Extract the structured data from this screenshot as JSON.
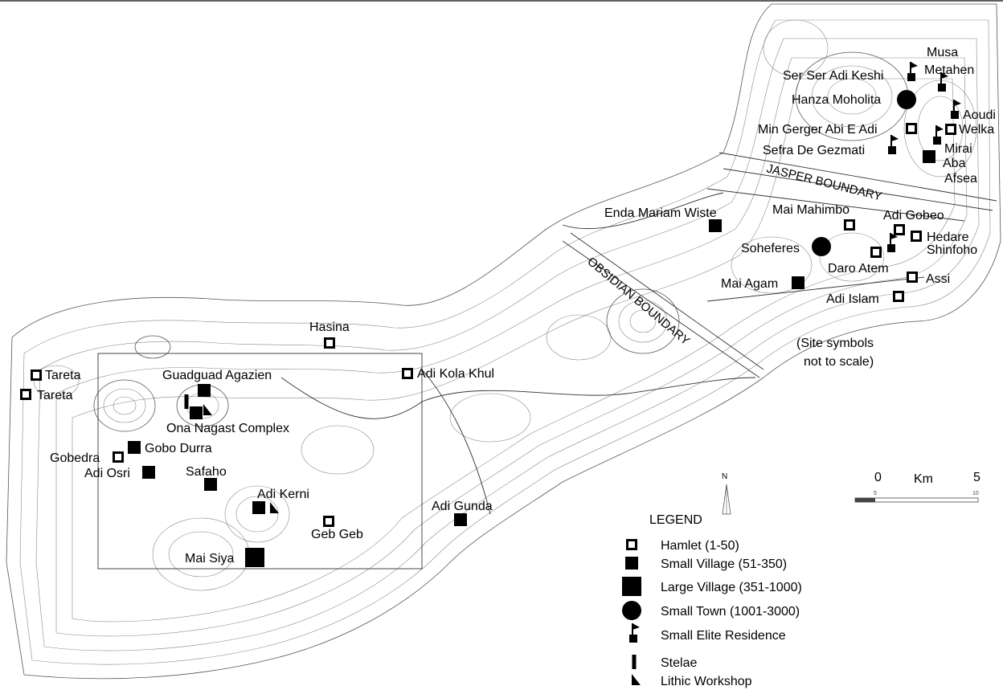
{
  "sites": [
    {
      "name": "Musa",
      "type": "label"
    },
    {
      "name": "Metahen",
      "type": "elite"
    },
    {
      "name": "Ser Ser Adi Keshi",
      "type": "elite"
    },
    {
      "name": "Hanza Moholita",
      "type": "town"
    },
    {
      "name": "Aoudi",
      "type": "elite"
    },
    {
      "name": "Welka",
      "type": "hamlet"
    },
    {
      "name": "Min Gerger Abi E Adi",
      "type": "hamlet"
    },
    {
      "name": "Sefra De Gezmati",
      "type": "elite"
    },
    {
      "name": "Mirai",
      "type": "elite"
    },
    {
      "name": "Aba",
      "type": "small_village"
    },
    {
      "name": "Afsea",
      "type": "label"
    },
    {
      "name": "Enda Mariam Wiste",
      "type": "small_village"
    },
    {
      "name": "Mai Mahimbo",
      "type": "hamlet"
    },
    {
      "name": "Adi Gobeo",
      "type": "hamlet"
    },
    {
      "name": "Hedare",
      "type": "hamlet"
    },
    {
      "name": "Shinfoho",
      "type": "label"
    },
    {
      "name": "Soheferes",
      "type": "town"
    },
    {
      "name": "Daro Atem",
      "type": "elite_hamlet"
    },
    {
      "name": "Mai Agam",
      "type": "small_village"
    },
    {
      "name": "Assi",
      "type": "hamlet"
    },
    {
      "name": "Adi Islam",
      "type": "hamlet"
    },
    {
      "name": "Hasina",
      "type": "hamlet"
    },
    {
      "name": "Tareta",
      "type": "hamlet"
    },
    {
      "name": "Tareta",
      "type": "hamlet"
    },
    {
      "name": "Guadguad Agazien",
      "type": "small_village"
    },
    {
      "name": "Adi Kola Khul",
      "type": "hamlet"
    },
    {
      "name": "Ona Nagast Complex",
      "type": "complex"
    },
    {
      "name": "Gobo Durra",
      "type": "small_village"
    },
    {
      "name": "Gobedra",
      "type": "hamlet"
    },
    {
      "name": "Adi Osri",
      "type": "small_village"
    },
    {
      "name": "Safaho",
      "type": "small_village"
    },
    {
      "name": "Adi Kerni",
      "type": "small_village"
    },
    {
      "name": "Adi Gunda",
      "type": "small_village"
    },
    {
      "name": "Geb Geb",
      "type": "hamlet"
    },
    {
      "name": "Mai Siya",
      "type": "large_village"
    }
  ],
  "boundaries": {
    "jasper": "JASPER BOUNDARY",
    "obsidian": "OBSIDIAN BOUNDARY"
  },
  "note": {
    "line1": "(Site symbols",
    "line2": "not to scale)"
  },
  "scale": {
    "left": "0",
    "unit": "Km",
    "right": "5",
    "tick_small_left": "5",
    "tick_small_right": "10"
  },
  "north": "N",
  "legend": {
    "title": "LEGEND",
    "items": [
      {
        "label": "Hamlet (1-50)",
        "icon": "hamlet-icon"
      },
      {
        "label": "Small Village (51-350)",
        "icon": "small-village-icon"
      },
      {
        "label": "Large Village (351-1000)",
        "icon": "large-village-icon"
      },
      {
        "label": "Small Town (1001-3000)",
        "icon": "small-town-icon"
      },
      {
        "label": "Small Elite Residence",
        "icon": "elite-residence-icon"
      },
      {
        "label": "Stelae",
        "icon": "stelae-icon"
      },
      {
        "label": "Lithic Workshop",
        "icon": "lithic-workshop-icon"
      }
    ]
  }
}
